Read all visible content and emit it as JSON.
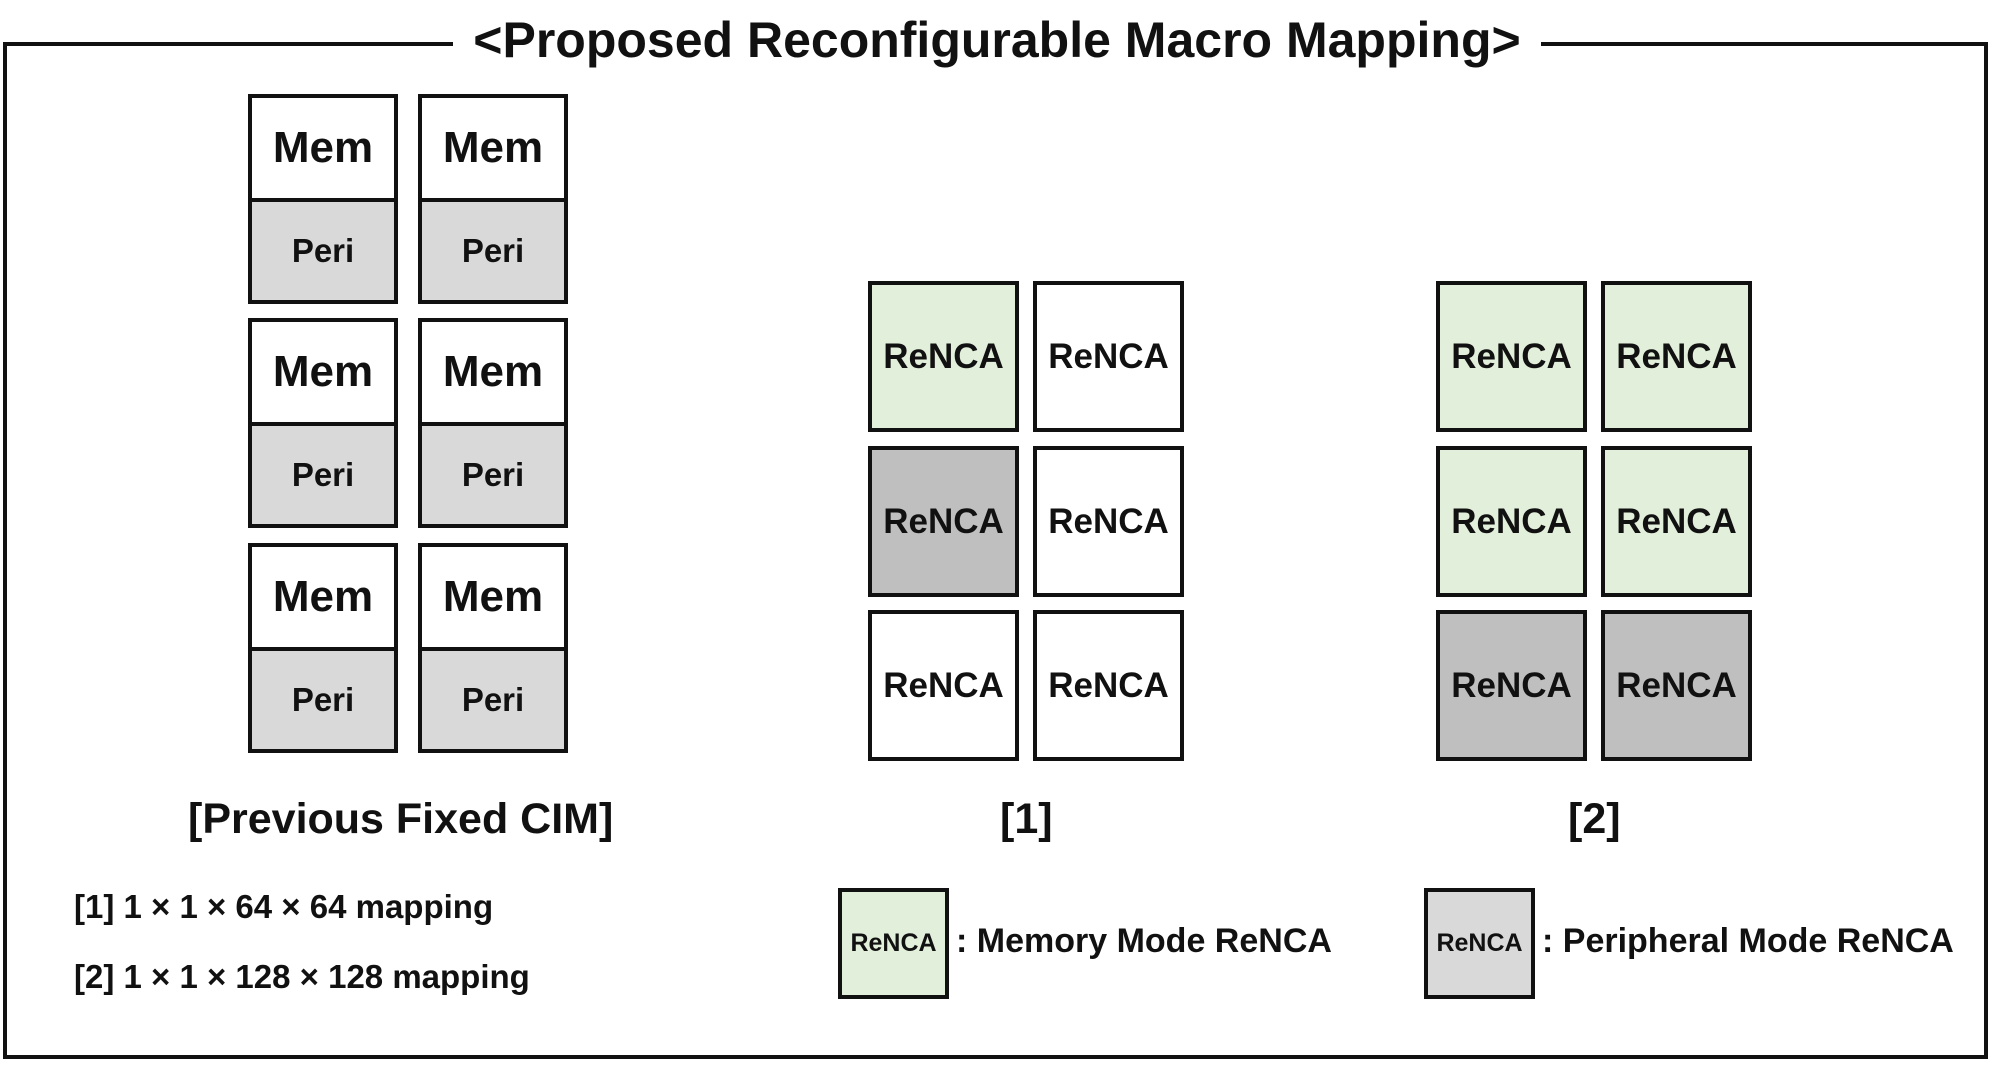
{
  "title": "<Proposed Reconfigurable Macro Mapping>",
  "colors": {
    "memory_mode": "#e2efda",
    "peripheral_mode_legend": "#d9d9d9",
    "peripheral_mode_cell": "#bfbfbf",
    "plain": "#ffffff",
    "peri_block": "#d9d9d9"
  },
  "previous": {
    "caption": "[Previous Fixed CIM]",
    "mem_label": "Mem",
    "peri_label": "Peri"
  },
  "cell_label": "ReNCA",
  "config1": {
    "caption": "[1]",
    "cells": [
      "green",
      "white",
      "gray",
      "white",
      "white",
      "white"
    ]
  },
  "config2": {
    "caption": "[2]",
    "cells": [
      "green",
      "green",
      "green",
      "green",
      "gray",
      "gray"
    ]
  },
  "notes": {
    "n1": "[1] 1 × 1 × 64 × 64 mapping",
    "n2": "[2] 1 × 1 × 128 × 128 mapping"
  },
  "legend": {
    "memory": {
      "box_label": "ReNCA",
      "text": ": Memory Mode ReNCA"
    },
    "peripheral": {
      "box_label": "ReNCA",
      "text": ": Peripheral Mode ReNCA"
    }
  }
}
